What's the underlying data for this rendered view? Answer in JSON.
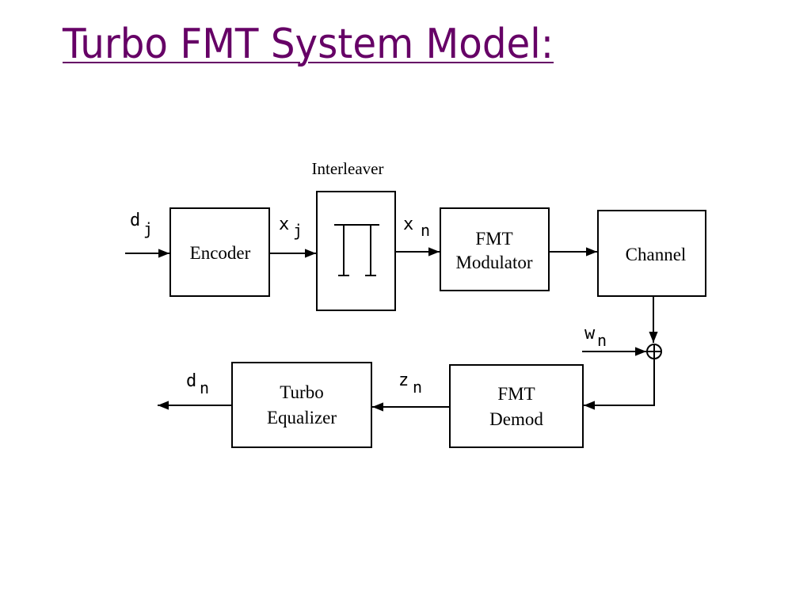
{
  "slide": {
    "title": "Turbo FMT System Model:",
    "title_color": "#660066"
  },
  "diagram": {
    "interleaver": {
      "caption": "Interleaver",
      "symbol": "∏"
    },
    "blocks": {
      "encoder": "Encoder",
      "fmt_modulator": [
        "FMT",
        "Modulator"
      ],
      "channel": "Channel",
      "fmt_demod": [
        "FMT",
        "Demod"
      ],
      "turbo_equalizer": [
        "Turbo",
        "Equalizer"
      ]
    },
    "signals": {
      "input": {
        "base": "d",
        "sub": "j"
      },
      "encoder_out": {
        "base": "x",
        "sub": "j"
      },
      "interleaver_out": {
        "base": "x",
        "sub": "n"
      },
      "noise": {
        "base": "w",
        "sub": "n"
      },
      "demod_out": {
        "base": "z",
        "sub": "n"
      },
      "output": {
        "base": "d",
        "sub": "n"
      }
    },
    "summing_junction": "adder-icon"
  }
}
